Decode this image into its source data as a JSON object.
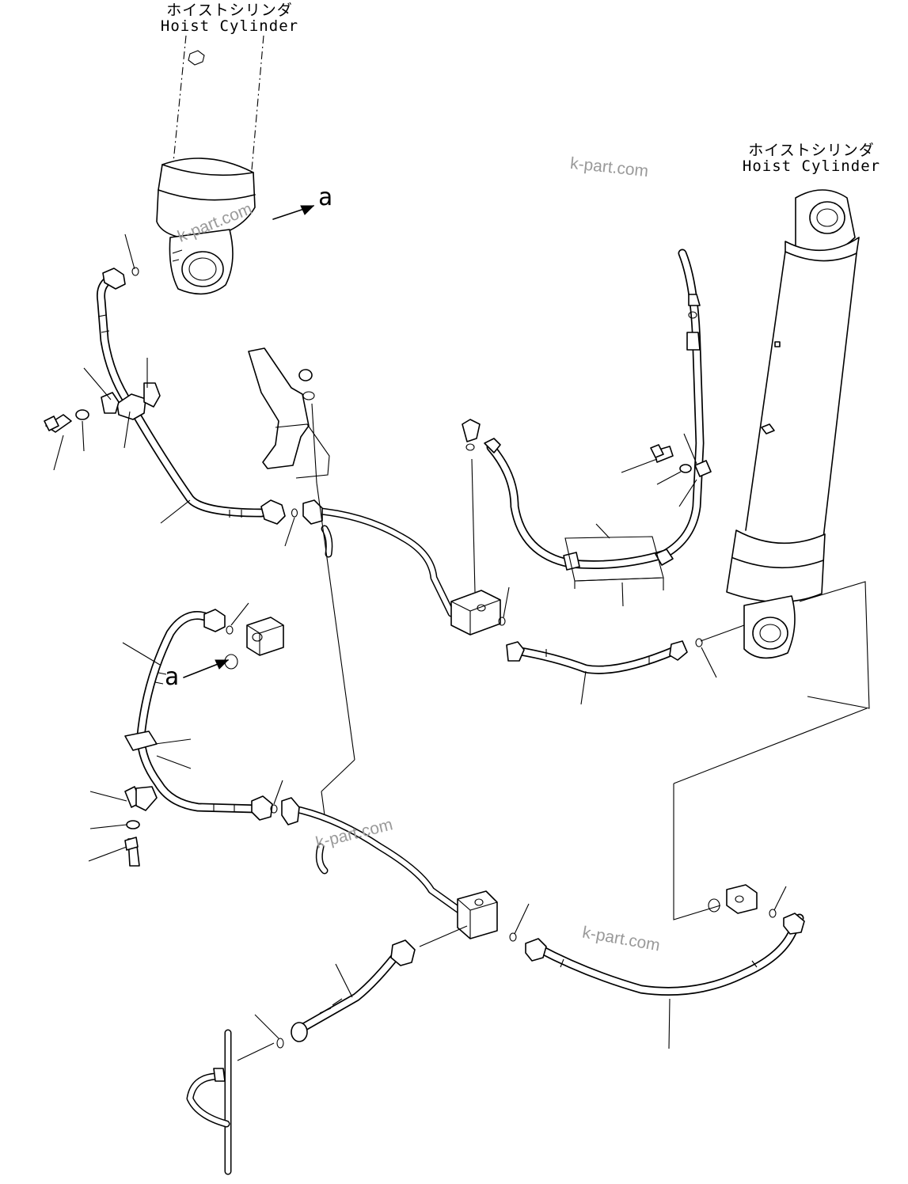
{
  "labels": {
    "cylinder_left": {
      "jp": "ホイストシリンダ",
      "en": "Hoist Cylinder"
    },
    "cylinder_right": {
      "jp": "ホイストシリンダ",
      "en": "Hoist Cylinder"
    }
  },
  "callouts": {
    "top": "a",
    "middle": "a"
  },
  "watermark": "k-part.com"
}
